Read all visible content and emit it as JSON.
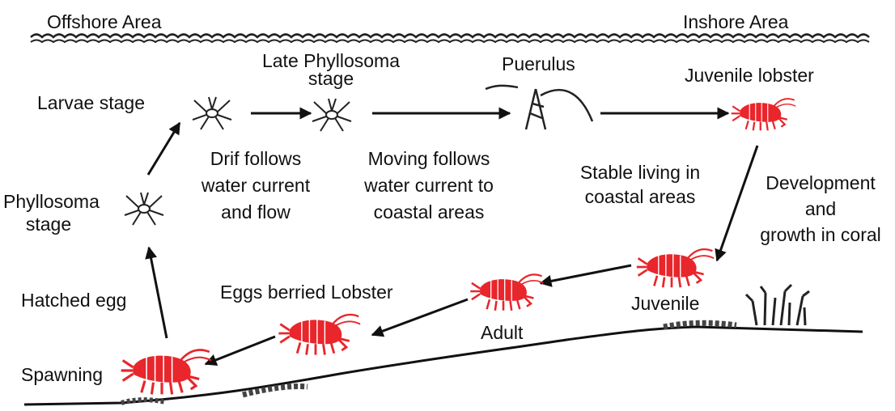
{
  "header": {
    "offshore": "Offshore Area",
    "inshore": "Inshore Area"
  },
  "stages": {
    "larvae": "Larvae stage",
    "late_phyllosoma": [
      "Late Phyllosoma",
      "stage"
    ],
    "puerulus": "Puerulus",
    "juvenile_lobster": "Juvenile lobster",
    "phyllosoma": [
      "Phyllosoma",
      "stage"
    ],
    "hatched_egg": "Hatched egg",
    "spawning": "Spawning",
    "eggs_berried": "Eggs berried Lobster",
    "adult": "Adult",
    "juvenile": "Juvenile"
  },
  "notes": {
    "drift": [
      "Drif follows",
      "water current",
      "and flow"
    ],
    "moving": [
      "Moving follows",
      "water current to",
      "coastal areas"
    ],
    "stable": [
      "Stable living in",
      "coastal areas"
    ],
    "development": [
      "Development",
      "and",
      "growth in coral"
    ]
  },
  "colors": {
    "lobster": "#e8262b",
    "ink": "#111111"
  },
  "icons": {
    "waves": "wave-surface-icon",
    "larva": "phyllosoma-larva-icon",
    "puerulus": "puerulus-icon",
    "lobster": "lobster-icon",
    "coral": "coral-icon"
  }
}
